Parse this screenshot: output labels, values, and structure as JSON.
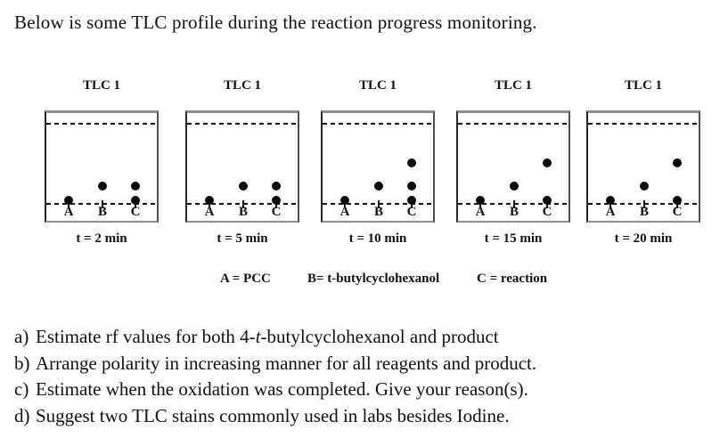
{
  "title": "Below is some TLC profile during the reaction progress monitoring.",
  "plates": [
    {
      "label": "TLC 1",
      "time": "t = 2 min",
      "lanes": [
        "A",
        "B",
        "C"
      ],
      "spots": [
        {
          "lane": "A",
          "rf": 0
        },
        {
          "lane": "B",
          "rf": 0.23
        },
        {
          "lane": "C",
          "rf": 0
        },
        {
          "lane": "C",
          "rf": 0.23
        }
      ]
    },
    {
      "label": "TLC 1",
      "time": "t = 5 min",
      "lanes": [
        "A",
        "B",
        "C"
      ],
      "spots": [
        {
          "lane": "A",
          "rf": 0
        },
        {
          "lane": "B",
          "rf": 0.23
        },
        {
          "lane": "C",
          "rf": 0
        },
        {
          "lane": "C",
          "rf": 0.23
        }
      ]
    },
    {
      "label": "TLC 1",
      "time": "t = 10 min",
      "lanes": [
        "A",
        "B",
        "C"
      ],
      "spots": [
        {
          "lane": "A",
          "rf": 0
        },
        {
          "lane": "B",
          "rf": 0.23
        },
        {
          "lane": "C",
          "rf": 0
        },
        {
          "lane": "C",
          "rf": 0.23
        },
        {
          "lane": "C",
          "rf": 0.52
        }
      ]
    },
    {
      "label": "TLC 1",
      "time": "t = 15 min",
      "lanes": [
        "A",
        "B",
        "C"
      ],
      "spots": [
        {
          "lane": "A",
          "rf": 0
        },
        {
          "lane": "B",
          "rf": 0.23
        },
        {
          "lane": "C",
          "rf": 0
        },
        {
          "lane": "C",
          "rf": 0.52
        }
      ]
    },
    {
      "label": "TLC 1",
      "time": "t = 20 min",
      "lanes": [
        "A",
        "B",
        "C"
      ],
      "spots": [
        {
          "lane": "A",
          "rf": 0
        },
        {
          "lane": "B",
          "rf": 0.23
        },
        {
          "lane": "C",
          "rf": 0
        },
        {
          "lane": "C",
          "rf": 0.52
        }
      ]
    }
  ],
  "legend": [
    {
      "id": "A",
      "text": "A = PCC"
    },
    {
      "id": "B",
      "text": "B= t-butylcyclohexanol"
    },
    {
      "id": "C",
      "text": "C = reaction"
    }
  ],
  "questions": [
    {
      "marker": "a)",
      "prefix": "Estimate rf values for both 4-",
      "italic": "t",
      "suffix": "-butylcyclohexanol and product"
    },
    {
      "marker": "b)",
      "text": "Arrange polarity in increasing manner for all reagents and product."
    },
    {
      "marker": "c)",
      "text": "Estimate when the oxidation was completed. Give your reason(s)."
    },
    {
      "marker": "d)",
      "text": "Suggest two TLC stains commonly used in labs besides Iodine."
    }
  ],
  "colors": {
    "ink": "#000000",
    "plate_border_gray": "#8f8f8f",
    "spot": "#0a0a0a",
    "background": "#ffffff"
  }
}
